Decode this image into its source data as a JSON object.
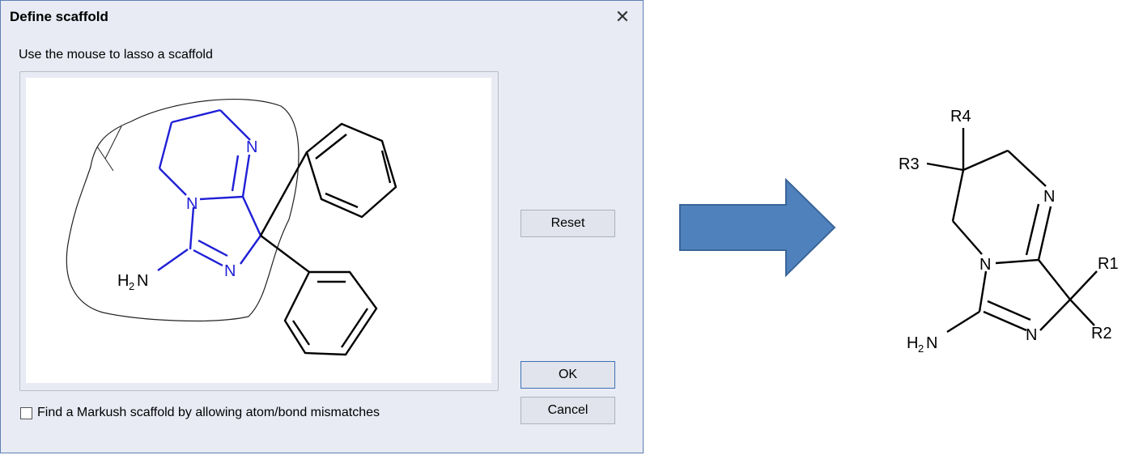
{
  "dialog": {
    "title": "Define scaffold",
    "close_glyph": "✕",
    "instruction": "Use the mouse to lasso a scaffold",
    "buttons": {
      "reset": "Reset",
      "ok": "OK",
      "cancel": "Cancel"
    },
    "checkbox": {
      "label": "Find a Markush scaffold by allowing atom/bond mismatches",
      "checked": false
    },
    "molecule": {
      "atom_labels": {
        "n_top": "N",
        "n_ring": "N",
        "n_bottom": "N",
        "amine": "H",
        "amine_sub": "2",
        "amine_n": "N"
      },
      "colors": {
        "selected": "#1f1fd6",
        "unselected": "#000000",
        "lasso": "#222222"
      }
    }
  },
  "arrow": {
    "color": "#4f81bd",
    "border": "#3a6599",
    "icon": "right-arrow-icon"
  },
  "scaffold": {
    "labels": {
      "r1": "R1",
      "r2": "R2",
      "r3": "R3",
      "r4": "R4",
      "n_top": "N",
      "n_ring": "N",
      "n_bottom": "N",
      "amine": "H",
      "amine_sub": "2",
      "amine_n": "N"
    }
  }
}
